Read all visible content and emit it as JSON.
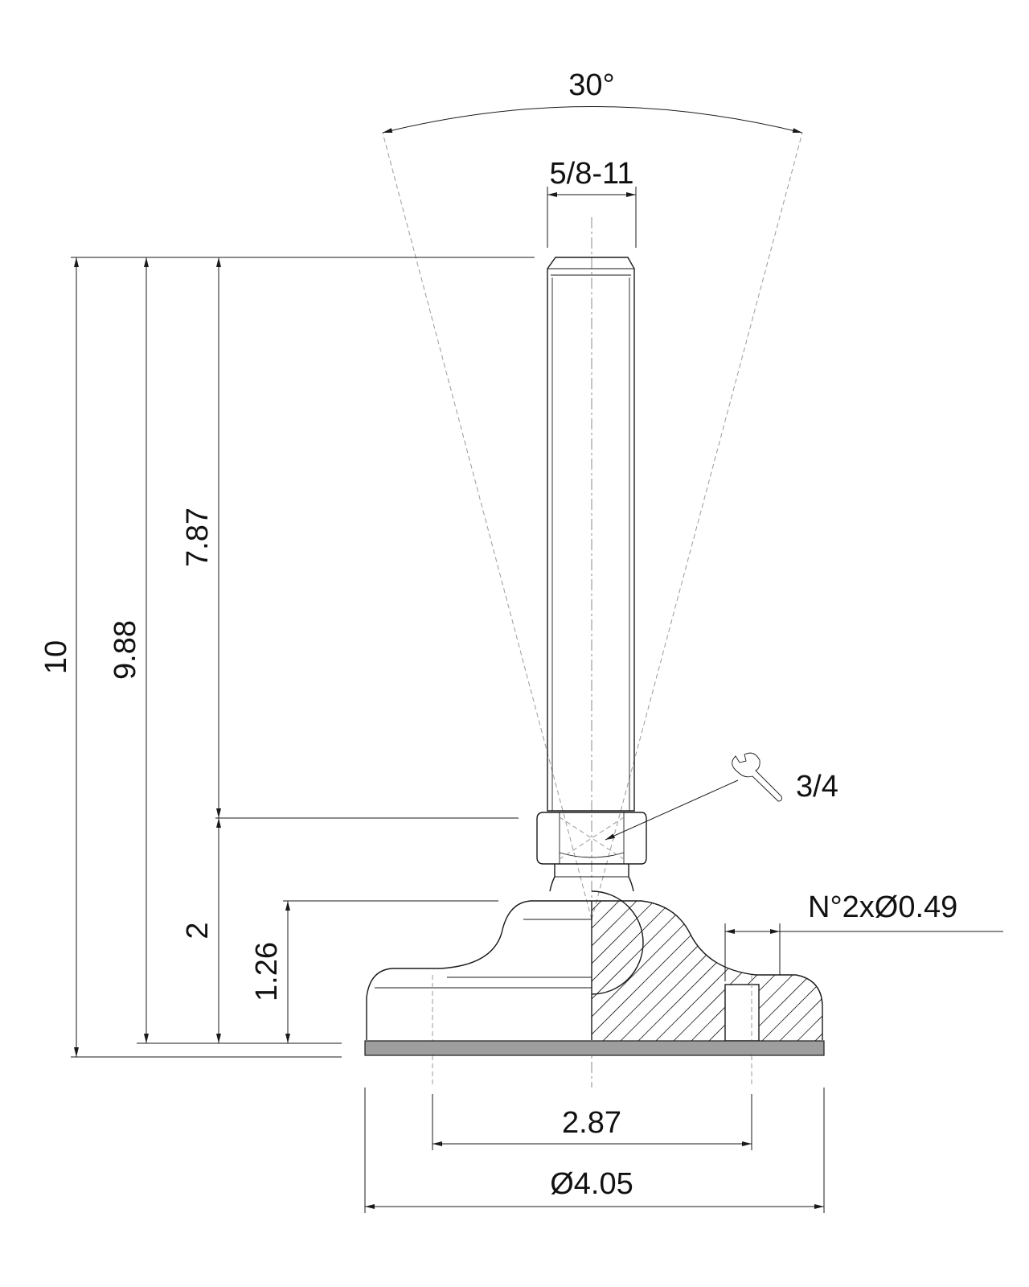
{
  "drawing": {
    "angle_label": "30°",
    "thread_label": "5/8-11",
    "wrench_label": "3/4",
    "holes_label": "N°2xØ0.49",
    "dim_total_height": "10",
    "dim_height_988": "9.88",
    "dim_stud_length": "7.87",
    "dim_base_height": "2",
    "dim_base_126": "1.26",
    "dim_hole_spacing": "2.87",
    "dim_diameter": "Ø4.05",
    "pad_color": "#9e9e9e",
    "icons": {
      "wrench": "wrench-icon"
    }
  }
}
